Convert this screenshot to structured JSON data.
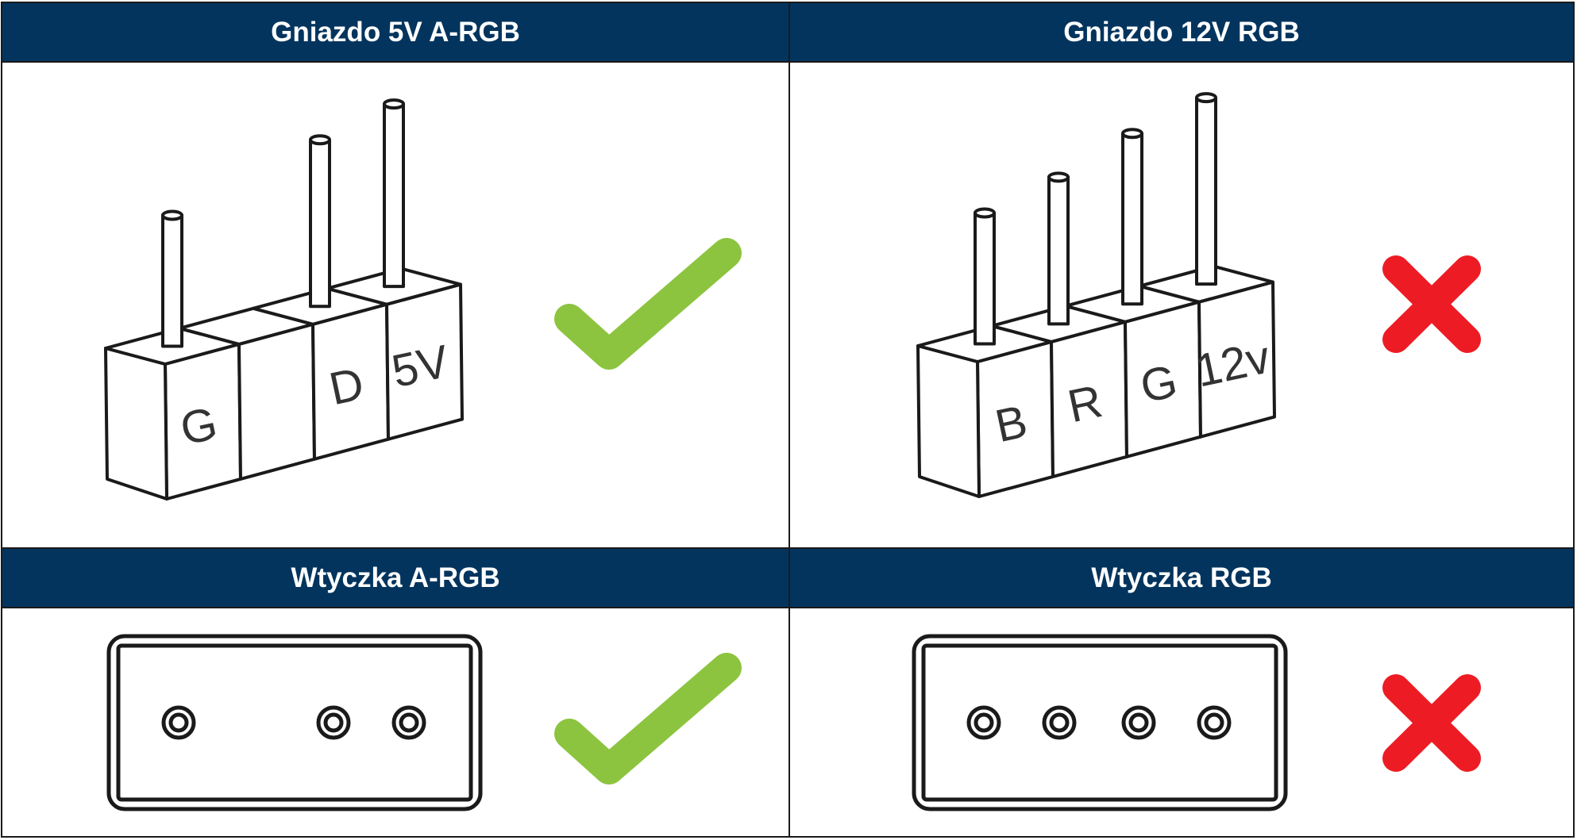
{
  "headers": {
    "socket_5v": "Gniazdo 5V A-RGB",
    "socket_12v": "Gniazdo 12V RGB",
    "plug_argb": "Wtyczka A-RGB",
    "plug_rgb": "Wtyczka RGB"
  },
  "socket_5v_pins": [
    "G",
    "",
    "D",
    "5V"
  ],
  "socket_12v_pins": [
    "B",
    "R",
    "G",
    "12v"
  ],
  "plug_argb_pins": [
    true,
    false,
    true,
    true
  ],
  "plug_rgb_pins": [
    true,
    true,
    true,
    true
  ],
  "colors": {
    "header_bg": "#03345e",
    "check": "#8cc43f",
    "cross": "#ed1c24"
  },
  "marks": {
    "socket_5v": "check-icon",
    "socket_12v": "cross-icon",
    "plug_argb": "check-icon",
    "plug_rgb": "cross-icon"
  }
}
